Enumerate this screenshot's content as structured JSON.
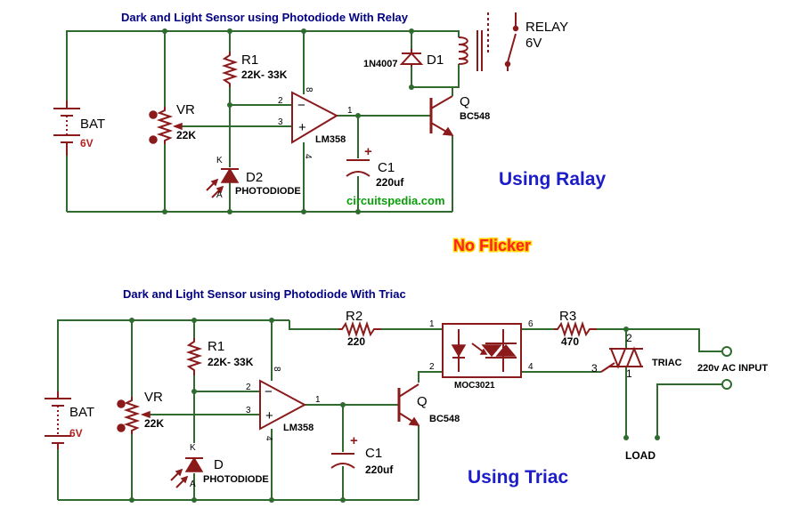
{
  "top": {
    "title": "Dark and Light Sensor using Photodiode With Relay",
    "bat": "BAT",
    "bat_v": "6V",
    "vr": "VR",
    "vr_val": "22K",
    "r1": "R1",
    "r1_val": "22K- 33K",
    "d2": "D2",
    "d2_type": "PHOTODIODE",
    "k": "K",
    "a": "A",
    "ic": "LM358",
    "pin2": "2",
    "pin3": "3",
    "pin8": "8",
    "pin4": "4",
    "pin1": "1",
    "minus": "−",
    "plus": "+",
    "c1": "C1",
    "c1_val": "220uf",
    "c1_plus": "+",
    "d1": "D1",
    "d1_part": "1N4007",
    "q": "Q",
    "q_part": "BC548",
    "relay": "RELAY",
    "relay_v": "6V",
    "site": "circuitspedia.com",
    "caption": "Using Ralay"
  },
  "middle": {
    "no_flicker": "No Flicker"
  },
  "bottom": {
    "title": "Dark and Light Sensor using Photodiode With Triac",
    "bat": "BAT",
    "bat_v": "6V",
    "vr": "VR",
    "vr_val": "22K",
    "r1": "R1",
    "r1_val": "22K- 33K",
    "d": "D",
    "d_type": "PHOTODIODE",
    "k": "K",
    "a": "A",
    "ic": "LM358",
    "pin2": "2",
    "pin3": "3",
    "pin8": "8",
    "pin4": "4",
    "pin1": "1",
    "minus": "−",
    "plus": "+",
    "c1": "C1",
    "c1_val": "220uf",
    "c1_plus": "+",
    "q": "Q",
    "q_part": "BC548",
    "r2": "R2",
    "r2_val": "220",
    "r3": "R3",
    "r3_val": "470",
    "opto": "MOC3021",
    "opto_p1": "1",
    "opto_p2": "2",
    "opto_p6": "6",
    "opto_p4": "4",
    "triac": "TRIAC",
    "triac_p1": "1",
    "triac_p2": "2",
    "triac_p3": "3",
    "ac": "220v AC INPUT",
    "load": "LOAD",
    "caption": "Using Triac"
  }
}
